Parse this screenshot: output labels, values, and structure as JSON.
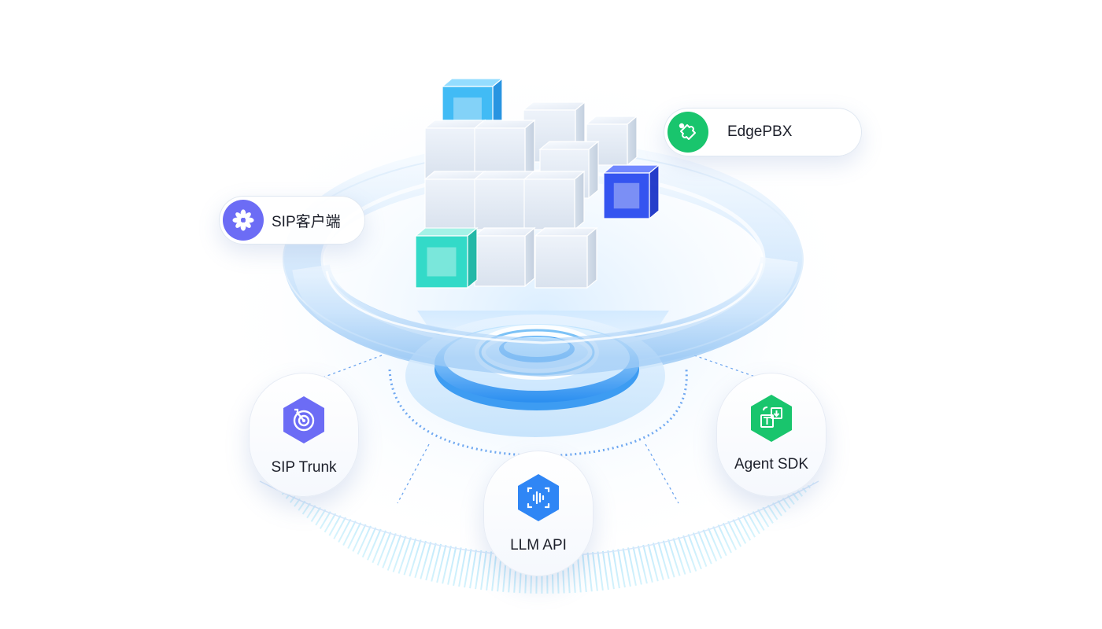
{
  "diagram": {
    "top_labels": [
      {
        "id": "sip-client",
        "label": "SIP客户端",
        "icon": "flower-icon",
        "color": "#6c6cf5"
      },
      {
        "id": "edgepbx",
        "label": "EdgePBX",
        "icon": "puzzle-icon",
        "color": "#19c56d"
      }
    ],
    "nodes": [
      {
        "id": "sip-trunk",
        "label": "SIP Trunk",
        "icon": "target-icon",
        "color": "#6c6cf5"
      },
      {
        "id": "llm-api",
        "label": "LLM API",
        "icon": "voice-wave-icon",
        "color": "#2f86f5"
      },
      {
        "id": "agent-sdk",
        "label": "Agent SDK",
        "icon": "text-translate-icon",
        "color": "#19c56d"
      }
    ],
    "colors": {
      "ring_blue": "#8ec3f7",
      "cube_white": "#e9eff8",
      "cube_cyan": "#37b8f5",
      "cube_navy": "#2b4cf0",
      "cube_teal": "#23d8c4"
    }
  }
}
